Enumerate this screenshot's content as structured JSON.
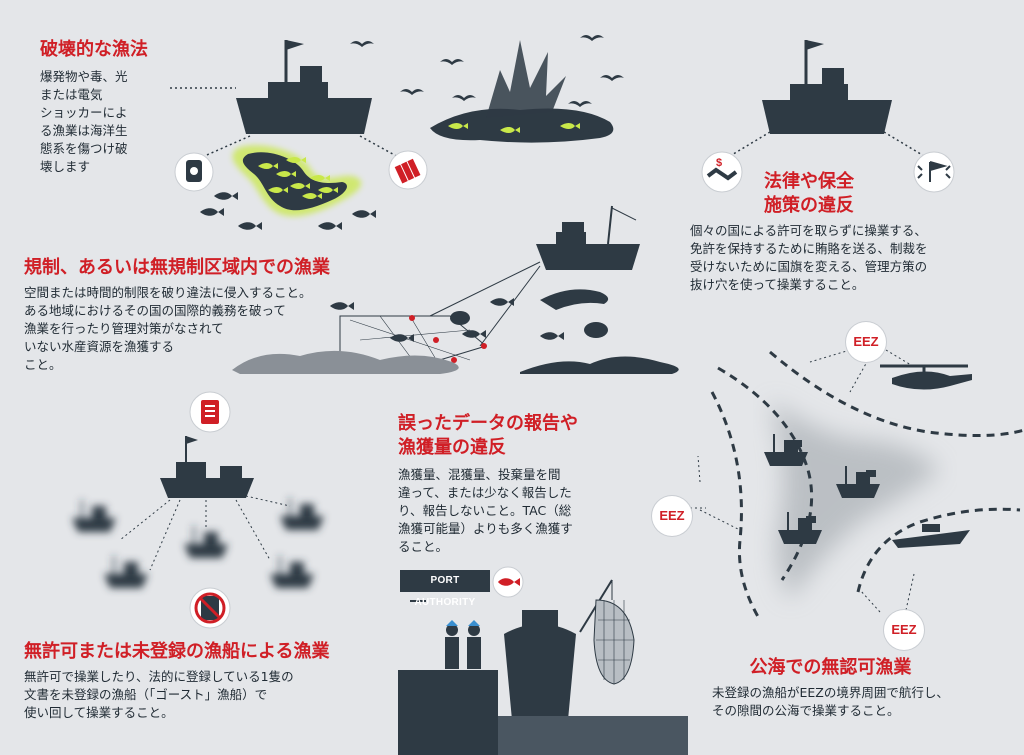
{
  "sections": {
    "destructive": {
      "title": "破壊的な漁法",
      "body": "爆発物や毒、光\nまたは電気\nショッカーによ\nる漁業は海洋生\n態系を傷つけ破\n壊します"
    },
    "regulated": {
      "title": "規制、あるいは無規制区域内での漁業",
      "body": "空間または時間的制限を破り違法に侵入すること。\nある地域におけるその国の国際的義務を破って\n漁業を行ったり管理対策がなされて\nいない水産資源を漁獲する\nこと。"
    },
    "law": {
      "title": "法律や保全\n施策の違反",
      "body": "個々の国による許可を取らずに操業する、\n免許を保持するために賄賂を送る、制裁を\n受けないために国旗を変える、管理方策の\n抜け穴を使って操業すること。"
    },
    "data": {
      "title": "誤ったデータの報告や\n漁獲量の違反",
      "body": "漁獲量、混獲量、投棄量を間\n違って、または少なく報告した\nり、報告しないこと。TAC（総\n漁獲可能量）よりも多く漁獲す\nること。"
    },
    "unlicensed": {
      "title": "無許可または未登録の漁船による漁業",
      "body": "無許可で操業したり、法的に登録している1隻の\n文書を未登録の漁船（「ゴースト」漁船）で\n使い回して操業すること。"
    },
    "highseas": {
      "title": "公海での無認可漁業",
      "body": "未登録の漁船がEEZの境界周囲で航行し、\nその隙間の公海で操業すること。"
    }
  },
  "port_authority_label": "PORT AUTHORITY",
  "eez_label": "EEZ",
  "icons": [
    "poison-bottle-icon",
    "dynamite-icon",
    "bribe-handshake-icon",
    "flag-change-icon",
    "license-document-icon",
    "no-license-icon",
    "fish-sign-icon",
    "helicopter-icon",
    "patrol-boat-icon",
    "skull-flag-icon"
  ],
  "colors": {
    "accent": "#d01f26",
    "dark": "#2e3a44",
    "background": "#e4e6e9",
    "glow": "#c9e84a"
  }
}
